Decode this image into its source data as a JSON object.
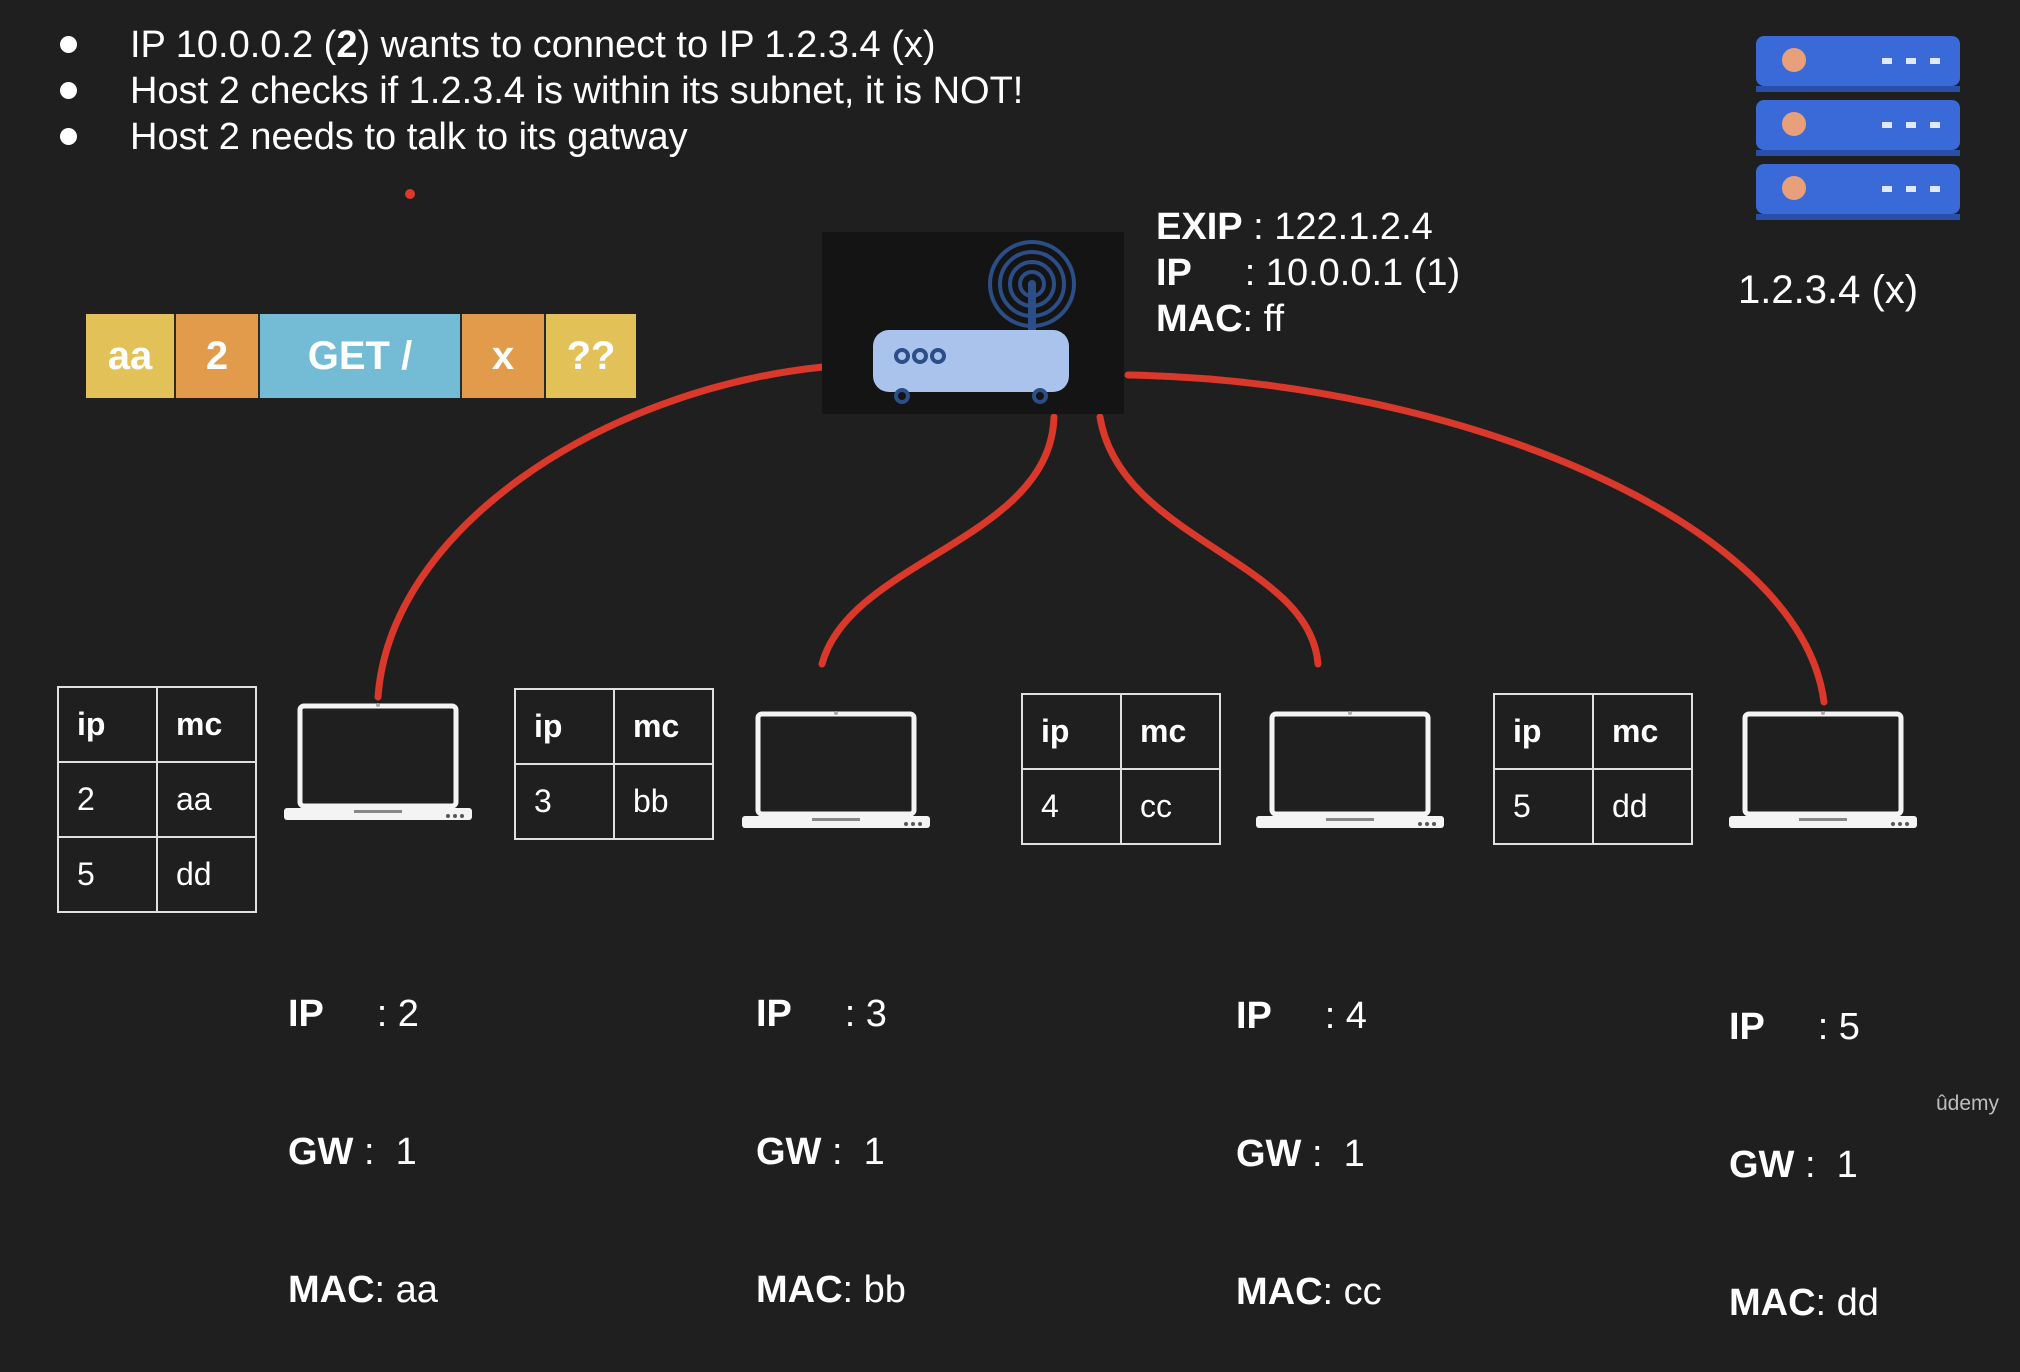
{
  "bullets": [
    {
      "pre": "IP 10.0.0.2 (",
      "bold": "2",
      "post": ")  wants to connect to  IP 1.2.3.4 (x)"
    },
    {
      "pre": "Host 2 checks if 1.2.3.4 is within its subnet, it is NOT!",
      "bold": "",
      "post": ""
    },
    {
      "pre": "Host 2 needs to talk to its gatway",
      "bold": "",
      "post": ""
    }
  ],
  "packet": [
    {
      "label": "aa",
      "color": "#e2c258"
    },
    {
      "label": "2",
      "color": "#e29b4a"
    },
    {
      "label": "GET /",
      "color": "#74bcd6"
    },
    {
      "label": "x",
      "color": "#e29b4a"
    },
    {
      "label": "??",
      "color": "#e2c258"
    }
  ],
  "router": {
    "exip_label": "EXIP",
    "exip_value": " : 122.1.2.4",
    "ip_label": "IP",
    "ip_value": "     : 10.0.0.1 (1)",
    "mac_label": "MAC",
    "mac_value": ": ff",
    "icon": "router-icon",
    "body_color": "#a9c3ec",
    "antenna_color": "#2c4e86"
  },
  "server": {
    "label": "1.2.3.4 (x)",
    "icon": "server-rack-icon",
    "color": "#3a6ad8",
    "light_color": "#e8a07a"
  },
  "wire_color": "#d9382a",
  "tables": [
    {
      "headers": [
        "ip",
        "mc"
      ],
      "rows": [
        [
          "2",
          "aa"
        ],
        [
          "5",
          "dd"
        ]
      ]
    },
    {
      "headers": [
        "ip",
        "mc"
      ],
      "rows": [
        [
          "3",
          "bb"
        ]
      ]
    },
    {
      "headers": [
        "ip",
        "mc"
      ],
      "rows": [
        [
          "4",
          "cc"
        ]
      ]
    },
    {
      "headers": [
        "ip",
        "mc"
      ],
      "rows": [
        [
          "5",
          "dd"
        ]
      ]
    }
  ],
  "hosts": [
    {
      "ip_label": "IP",
      "ip_value": "     : 2",
      "gw_label": "GW",
      "gw_value": " :  1",
      "mac_label": "MAC",
      "mac_value": ": aa"
    },
    {
      "ip_label": "IP",
      "ip_value": "     : 3",
      "gw_label": "GW",
      "gw_value": " :  1",
      "mac_label": "MAC",
      "mac_value": ": bb"
    },
    {
      "ip_label": "IP",
      "ip_value": "     : 4",
      "gw_label": "GW",
      "gw_value": " :  1",
      "mac_label": "MAC",
      "mac_value": ": cc"
    },
    {
      "ip_label": "IP",
      "ip_value": "     : 5",
      "gw_label": "GW",
      "gw_value": " :  1",
      "mac_label": "MAC",
      "mac_value": ": dd"
    }
  ],
  "brand": "ûdemy"
}
